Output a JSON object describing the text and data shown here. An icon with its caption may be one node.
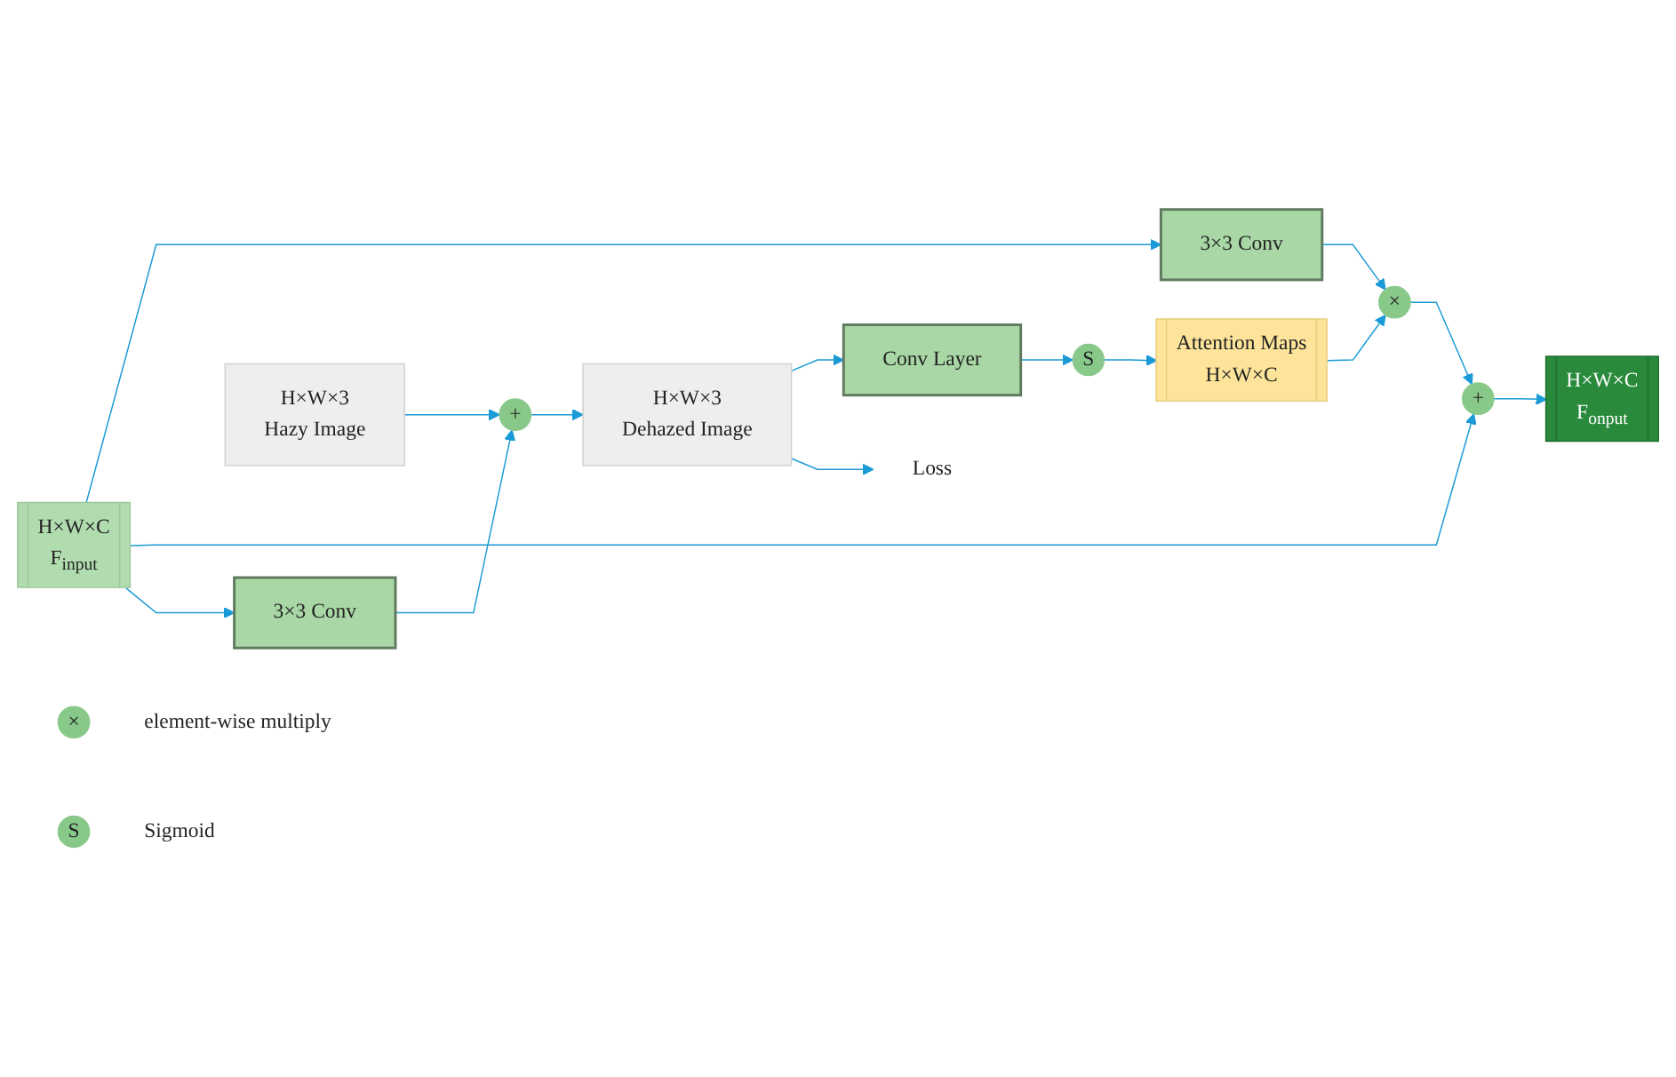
{
  "diagram": {
    "nodes": [
      {
        "text": [
          "H×W×C",
          "F$_{input}$"
        ]
      },
      {
        "text": [
          "3×3 Conv"
        ]
      },
      {
        "text": [
          "×"
        ]
      },
      {
        "text": [
          "+"
        ]
      },
      {
        "text": [
          "H×W×C",
          "F$_{onput}$"
        ]
      },
      {
        "text": [
          "3×3 Conv"
        ]
      },
      {
        "text": [
          "H×W×3",
          "Hazy Image"
        ]
      },
      {
        "text": [
          "+"
        ]
      },
      {
        "text": [
          "H×W×3",
          "Dehazed Image"
        ]
      },
      {
        "text": [
          "Conv Layer"
        ]
      },
      {
        "text": [
          "S"
        ]
      },
      {
        "text": [
          "Attention Maps",
          "H×W×C"
        ]
      },
      {
        "text": [
          "Loss"
        ]
      },
      {
        "text": [
          "×"
        ],
        "beside": [
          "element-wise multiply"
        ]
      },
      {
        "text": [
          "S"
        ],
        "beside": [
          "Sigmoid"
        ]
      }
    ],
    "edges": [
      {
        "from": 0,
        "to": 1,
        "arrow": "to"
      },
      {
        "from": 1,
        "to": 2,
        "arrow": "to"
      },
      {
        "from": 2,
        "to": 3,
        "arrow": "to"
      },
      {
        "from": 3,
        "to": 4,
        "arrow": "to"
      },
      {
        "from": 0,
        "to": 3,
        "arrow": "to"
      },
      {
        "from": 0,
        "to": 5,
        "arrow": "to"
      },
      {
        "from": 5,
        "to": 7,
        "arrow": "to"
      },
      {
        "from": 6,
        "to": 7,
        "arrow": "to"
      },
      {
        "from": 7,
        "to": 8,
        "arrow": "to"
      },
      {
        "from": 8,
        "to": 9,
        "arrow": "to"
      },
      {
        "from": 8,
        "to": 12,
        "arrow": "to"
      },
      {
        "from": 9,
        "to": 10,
        "arrow": "to"
      },
      {
        "from": 10,
        "to": 11,
        "arrow": "to"
      },
      {
        "from": 11,
        "to": 2,
        "arrow": "to"
      }
    ]
  }
}
